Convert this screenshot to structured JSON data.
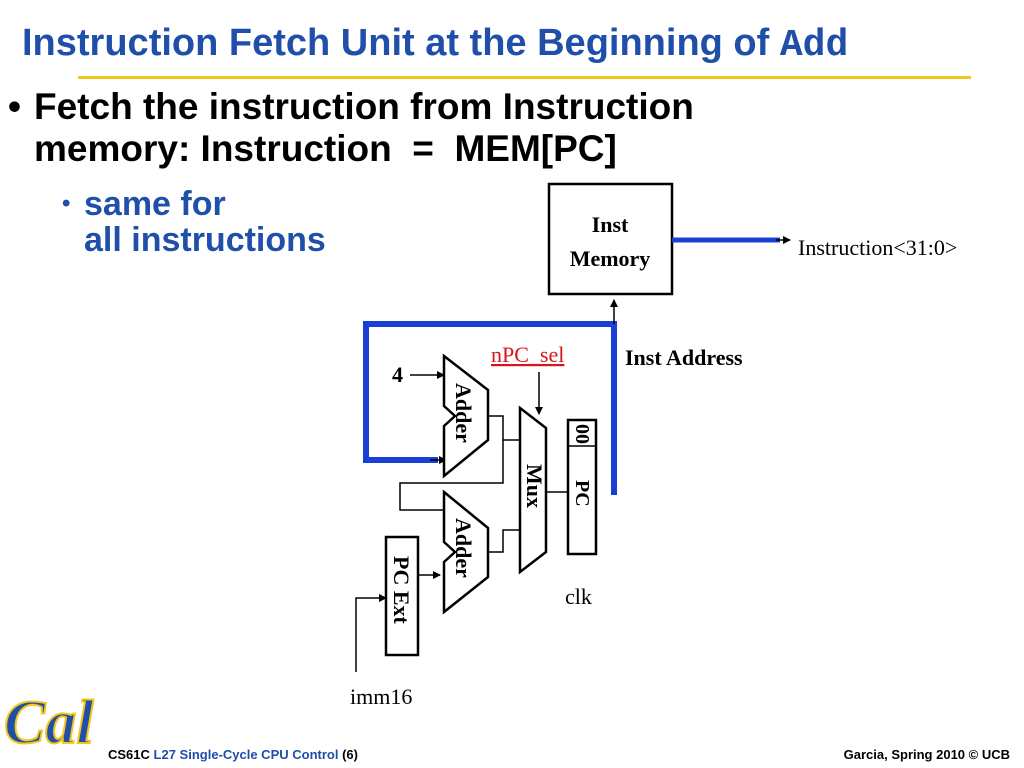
{
  "title": {
    "text": "Instruction Fetch Unit at the Beginning of ",
    "code": "Add"
  },
  "bullets": {
    "main": "Fetch the instruction from Instruction\nmemory: Instruction  =  MEM[PC]",
    "sub": "same for\nall instructions"
  },
  "diagram": {
    "inst_memory_line1": "Inst",
    "inst_memory_line2": "Memory",
    "instruction_output": "Instruction<31:0>",
    "inst_address": "Inst Address",
    "npc_sel": "nPC_sel",
    "four": "4",
    "adder_top": "Adder",
    "adder_bottom": "Adder",
    "mux": "Mux",
    "pc_low_bits": "00",
    "pc": "PC",
    "clk": "clk",
    "pc_ext": "PC Ext",
    "imm16": "imm16"
  },
  "footer": {
    "course": "CS61C ",
    "lecture": "L27 Single-Cycle CPU Control",
    "page": " (6)",
    "author": "Garcia, Spring 2010 © UCB"
  },
  "logo": {
    "text": "Cal",
    "color": "#1f4fa8",
    "accent": "#f2c61f"
  },
  "colors": {
    "title": "#1f4fa8",
    "bus_highlight": "#1a3fd6",
    "rule": "#f2c61f",
    "npc_sel": "#d8141e"
  }
}
